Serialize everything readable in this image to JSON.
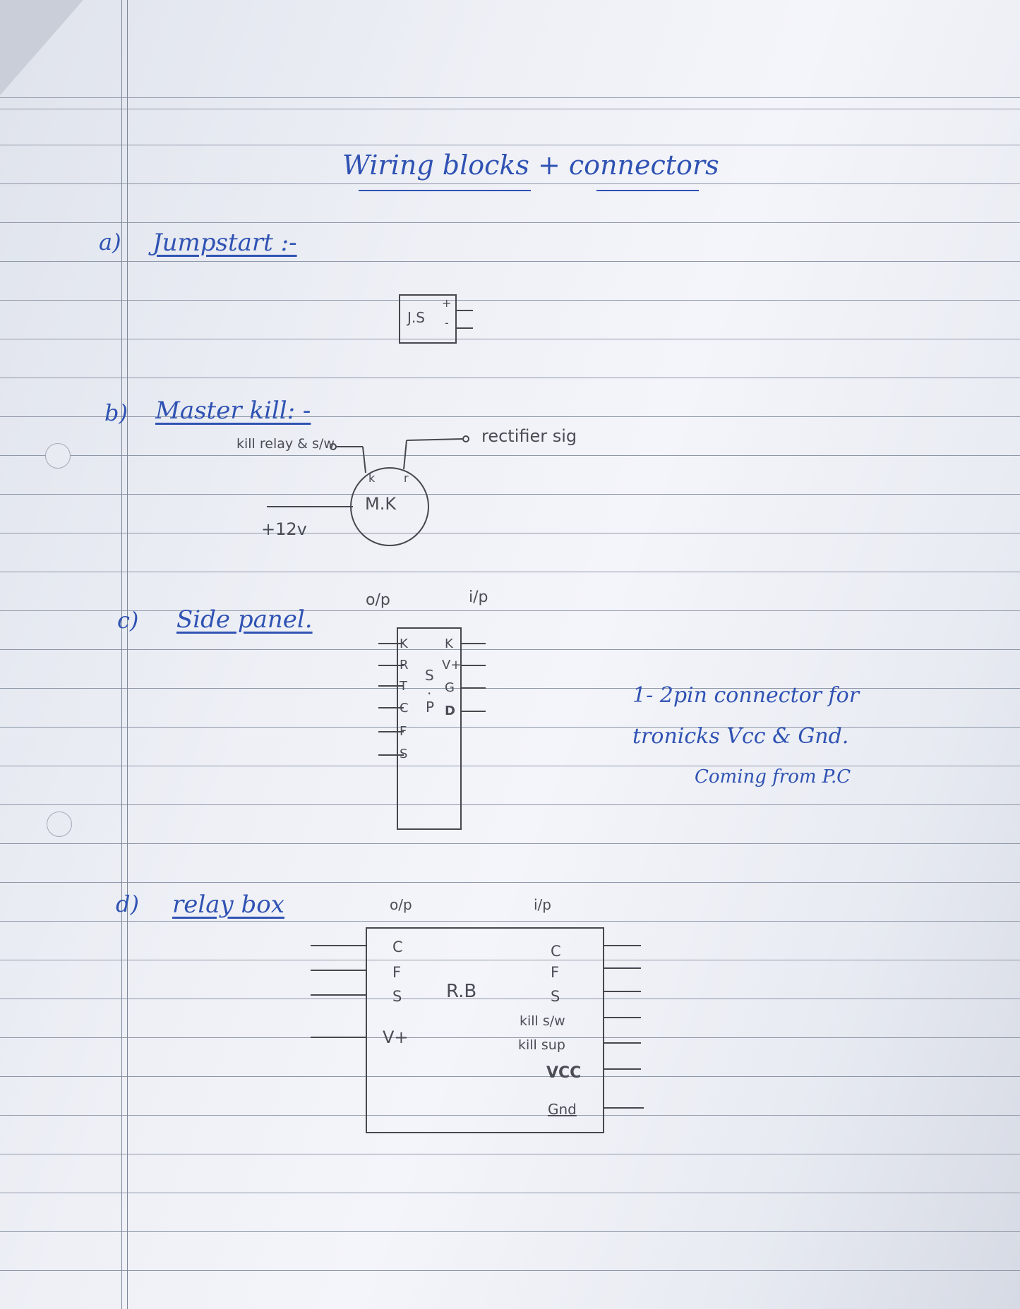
{
  "title": "Wiring blocks + connectors",
  "sections": {
    "jumpstart": {
      "marker": "a)",
      "heading": "Jumpstart :-",
      "block_label": "J.S",
      "pin_plus": "+",
      "pin_minus": "-"
    },
    "masterkill": {
      "marker": "b)",
      "heading": "Master kill: -",
      "kill_label": "kill relay & s/w",
      "rect_label": "rectifier sig",
      "block_label": "M.K",
      "supply_label": "+12v",
      "pin_k": "k",
      "pin_r": "r"
    },
    "sidepanel": {
      "marker": "c)",
      "heading": "Side panel.",
      "op_label": "o/p",
      "ip_label": "i/p",
      "block_letters": [
        "S",
        ".",
        "P",
        "."
      ],
      "left_pins": [
        "K",
        "R",
        "T",
        "C",
        "F",
        "S"
      ],
      "right_pins": [
        "K",
        "V+",
        "G",
        "D"
      ],
      "note": [
        "1- 2pin connector for",
        "tronicks Vcc & Gnd.",
        "Coming from P.C"
      ]
    },
    "relaybox": {
      "marker": "d)",
      "heading": "relay box",
      "op_label": "o/p",
      "ip_label": "i/p",
      "block_label": "R.B",
      "left_pins": [
        "C",
        "F",
        "S",
        "V+"
      ],
      "right_pins": [
        "C",
        "F",
        "S",
        "kill s/w",
        "kill sup",
        "VCC",
        "Gnd"
      ]
    }
  }
}
